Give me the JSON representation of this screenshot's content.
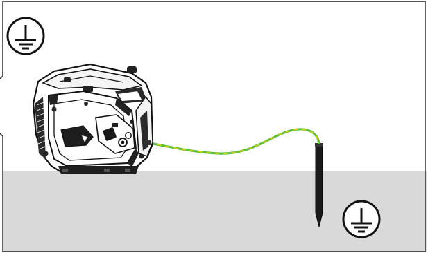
{
  "diagram": {
    "device": "generator-body",
    "cable": "ground-cable-green-yellow",
    "rod": "ground-rod",
    "symbols": [
      "ground-symbol",
      "ground-symbol"
    ],
    "colors": {
      "ground_fill": "#d9d9d9",
      "frame": "#222222",
      "cable_green": "#5fbf3a",
      "cable_yellow": "#e6d400",
      "rod": "#1a1a1a"
    }
  }
}
